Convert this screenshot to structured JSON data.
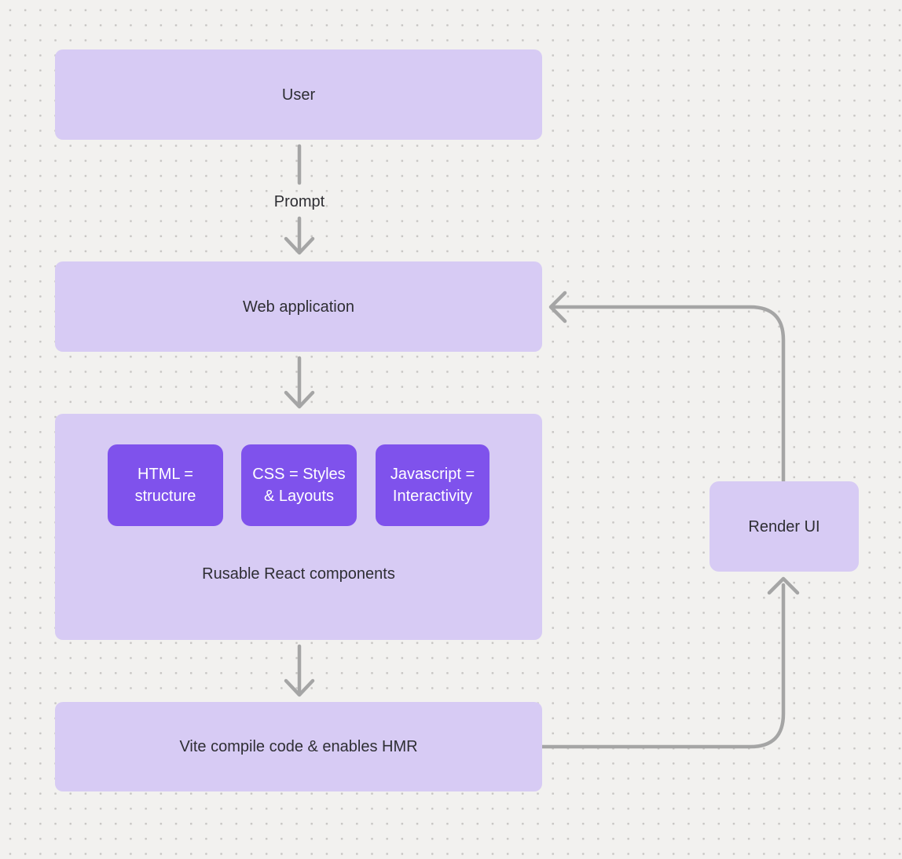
{
  "diagram": {
    "nodes": {
      "user": {
        "label": "User"
      },
      "web_application": {
        "label": "Web application"
      },
      "components_group": {
        "label": "Rusable React components",
        "children": [
          {
            "label": "HTML = structure"
          },
          {
            "label": "CSS = Styles & Layouts"
          },
          {
            "label": "Javascript = Interactivity"
          }
        ]
      },
      "vite": {
        "label": "Vite compile code & enables HMR"
      },
      "render_ui": {
        "label": "Render UI"
      }
    },
    "edges": {
      "prompt": {
        "label": "Prompt"
      }
    },
    "colors": {
      "background": "#f2f1ef",
      "dot": "#c8c6c4",
      "node_light": "#d7cbf4",
      "node_dark": "#7f52ec",
      "connector": "#a5a5a5",
      "text_dark": "#2e2e33",
      "text_light": "#ffffff"
    }
  }
}
